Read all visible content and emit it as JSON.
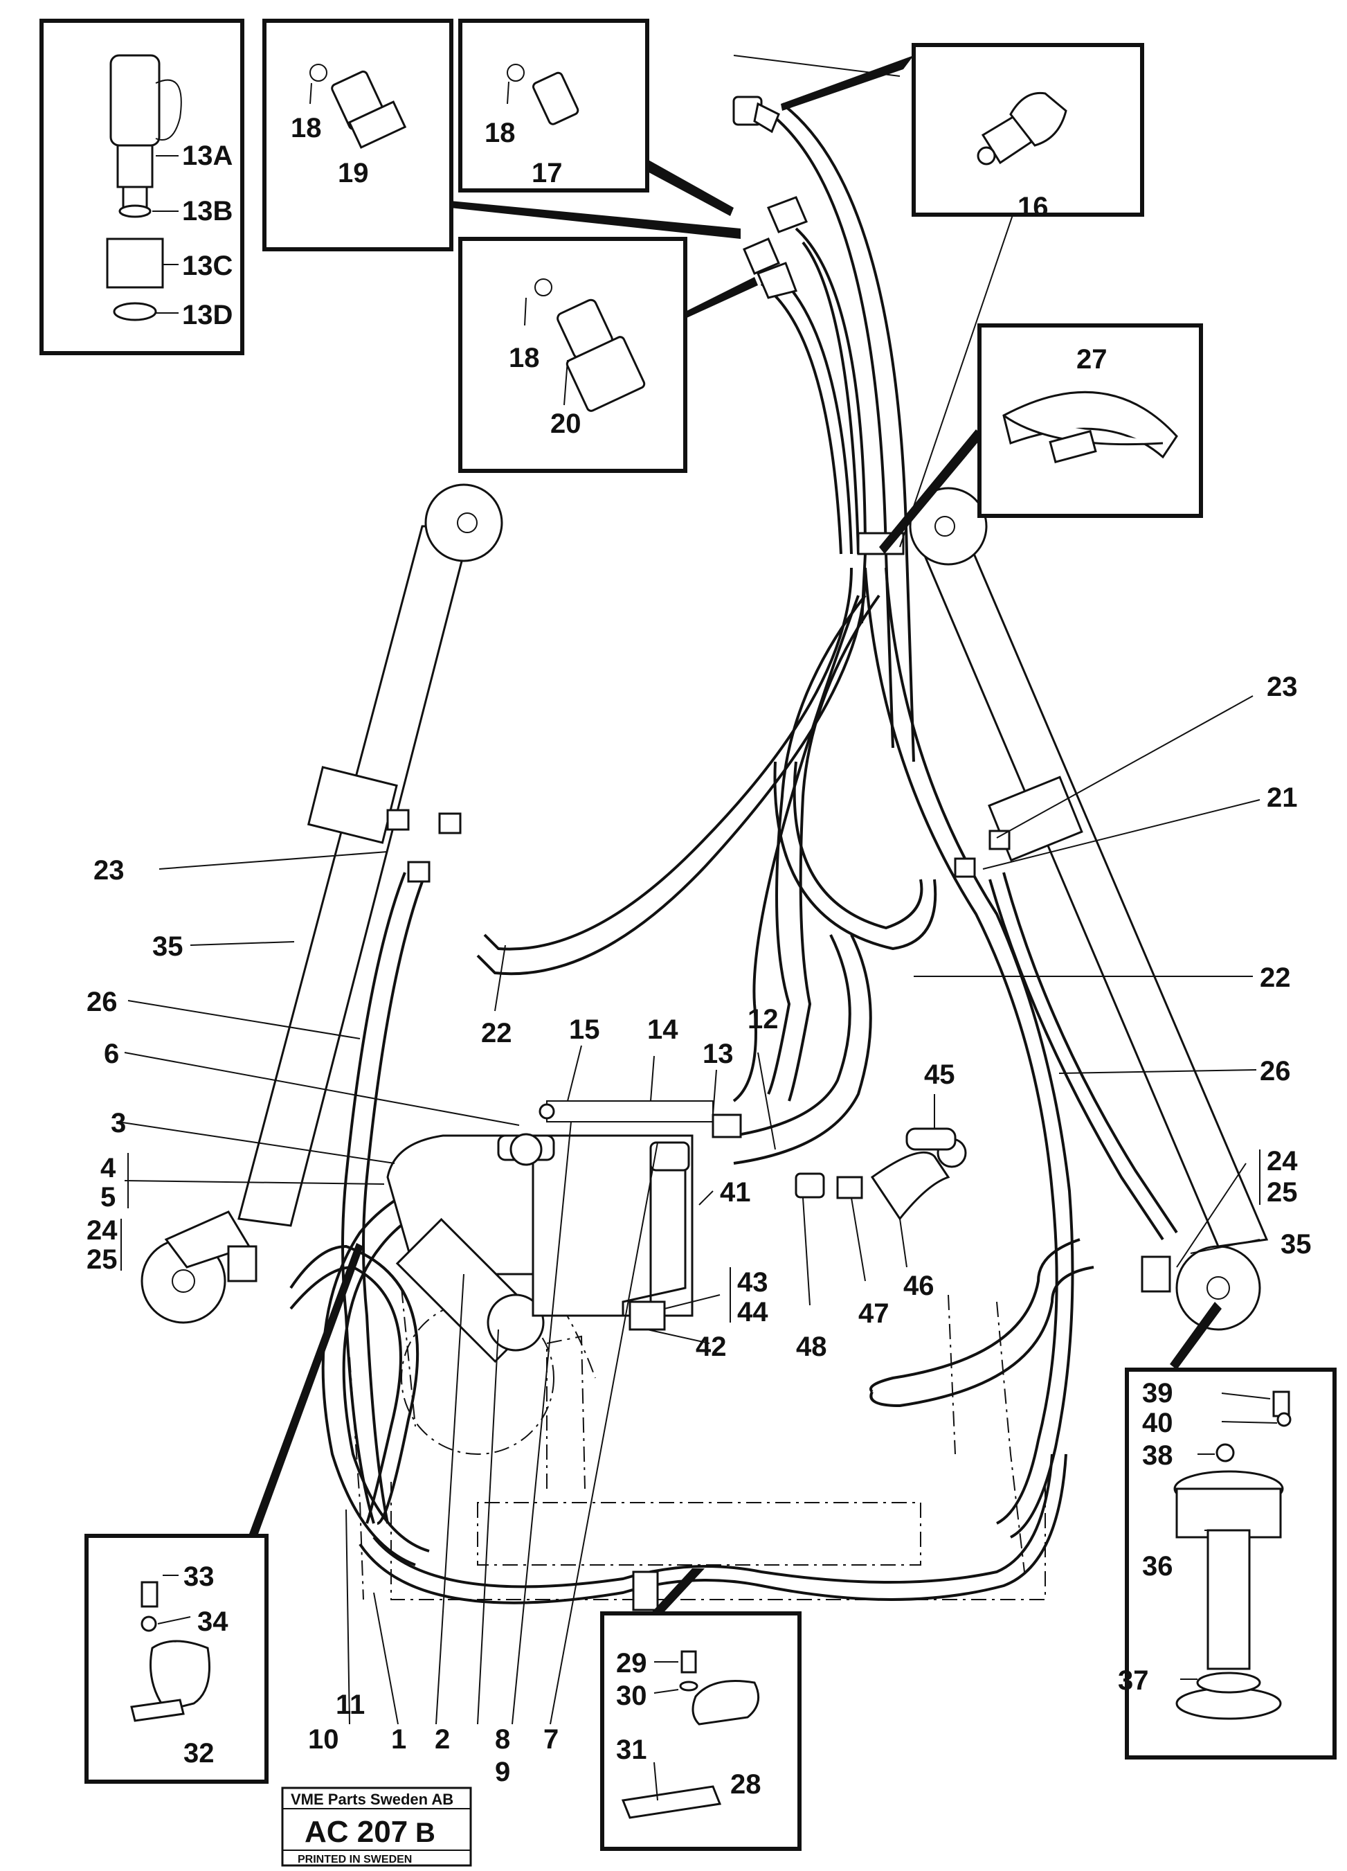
{
  "titleblock": {
    "company": "VME Parts Sweden AB",
    "code": "AC 207",
    "code_suffix": "B",
    "printed": "PRINTED IN SWEDEN"
  },
  "labels": {
    "p1": "1",
    "p2": "2",
    "p3": "3",
    "p4": "4",
    "p5": "5",
    "p6": "6",
    "p7": "7",
    "p8": "8",
    "p9": "9",
    "p10": "10",
    "p11": "11",
    "p12": "12",
    "p13": "13",
    "p13a": "13A",
    "p13b": "13B",
    "p13c": "13C",
    "p13d": "13D",
    "p14": "14",
    "p15": "15",
    "p16": "16",
    "p17": "17",
    "p18": "18",
    "p19": "19",
    "p20": "20",
    "p21": "21",
    "p22": "22",
    "p23": "23",
    "p24": "24",
    "p25": "25",
    "p26": "26",
    "p27": "27",
    "p28": "28",
    "p29": "29",
    "p30": "30",
    "p31": "31",
    "p32": "32",
    "p33": "33",
    "p34": "34",
    "p35": "35",
    "p36": "36",
    "p37": "37",
    "p38": "38",
    "p39": "39",
    "p40": "40",
    "p41": "41",
    "p42": "42",
    "p43": "43",
    "p44": "44",
    "p45": "45",
    "p46": "46",
    "p47": "47",
    "p48": "48"
  }
}
